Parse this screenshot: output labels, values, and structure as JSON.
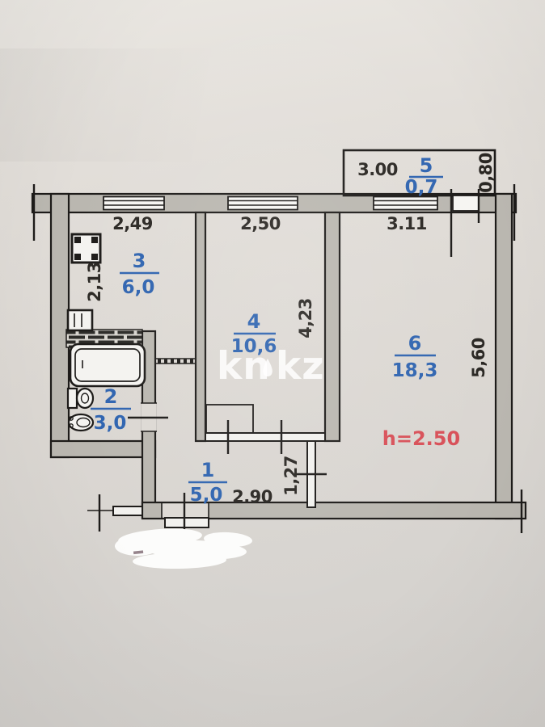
{
  "watermark": {
    "left": "kn",
    "right": "kz"
  },
  "plan": {
    "height_note": "h=2.50",
    "rooms": [
      {
        "number": "1",
        "area": "5,0"
      },
      {
        "number": "2",
        "area": "3,0"
      },
      {
        "number": "3",
        "area": "6,0"
      },
      {
        "number": "4",
        "area": "10,6"
      },
      {
        "number": "5",
        "area": "0,7"
      },
      {
        "number": "6",
        "area": "18,3"
      }
    ],
    "dimensions": {
      "kitchen_width": "2,49",
      "room4_width": "2,50",
      "room6_width": "3.11",
      "balcony_width": "3.00",
      "balcony_depth": "0,80",
      "kitchen_depth": "2,13",
      "room4_depth": "4,23",
      "room6_depth": "5,60",
      "hall_width": "2.90",
      "hall_passage": "1,27"
    }
  },
  "colors": {
    "room_label_blue": "#2f64b0",
    "height_note_red": "#d85058",
    "wall_gray": "#bab7b0",
    "paper": "#dcd8d3"
  }
}
